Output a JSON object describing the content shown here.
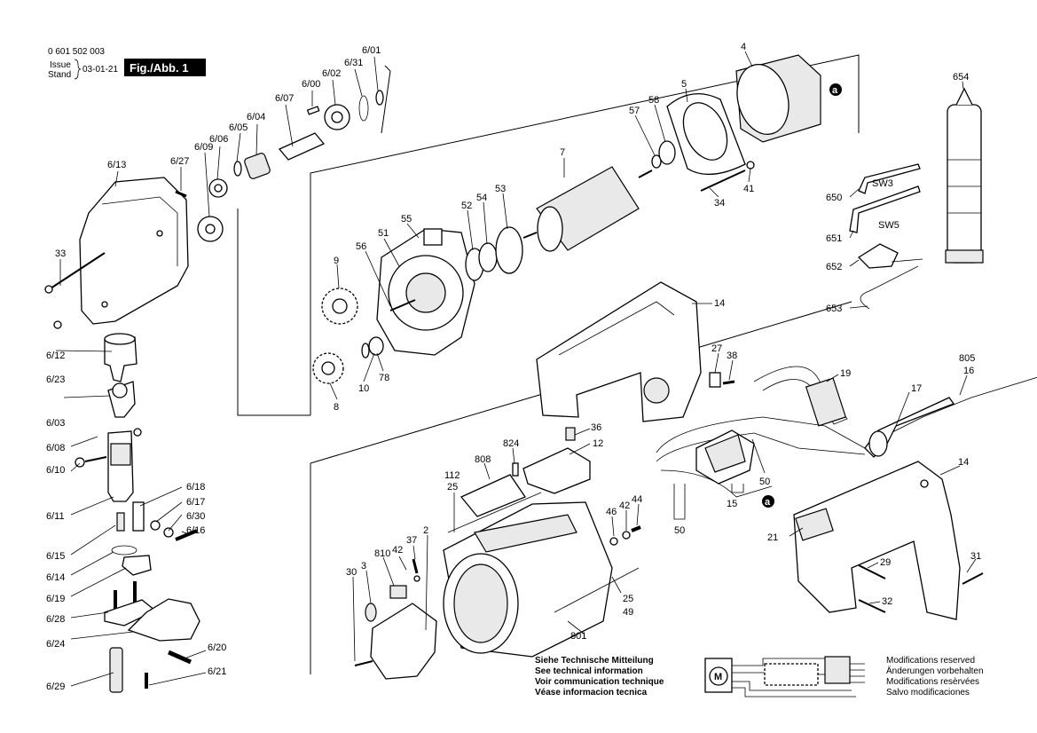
{
  "header": {
    "part_number": "0 601 502 003",
    "issue_label": "Issue",
    "stand_label": "Stand",
    "date": "03-01-21",
    "figure_label": "Fig./Abb. 1"
  },
  "notes": {
    "technical": [
      "Siehe Technische Mitteilung",
      "See technical information",
      "Voir communication technique",
      "Véase informacion tecnica"
    ],
    "modifications": [
      "Modifications reserved",
      "Änderungen vorbehalten",
      "Modifications resèrvées",
      "Salvo modificaciones"
    ]
  },
  "markers": {
    "a": "a",
    "sw3": "SW3",
    "sw5": "SW5"
  },
  "labels": {
    "l_6_13": "6/13",
    "l_6_27": "6/27",
    "l_6_09": "6/09",
    "l_6_06": "6/06",
    "l_6_05": "6/05",
    "l_6_04": "6/04",
    "l_6_07": "6/07",
    "l_6_00": "6/00",
    "l_6_02": "6/02",
    "l_6_31": "6/31",
    "l_6_01": "6/01",
    "l_33": "33",
    "l_6_12": "6/12",
    "l_6_23": "6/23",
    "l_6_03": "6/03",
    "l_6_08": "6/08",
    "l_6_10": "6/10",
    "l_6_11": "6/11",
    "l_6_18": "6/18",
    "l_6_17": "6/17",
    "l_6_30": "6/30",
    "l_6_16": "6/16",
    "l_6_15": "6/15",
    "l_6_14": "6/14",
    "l_6_19": "6/19",
    "l_6_28": "6/28",
    "l_6_24": "6/24",
    "l_6_20": "6/20",
    "l_6_21": "6/21",
    "l_6_29": "6/29",
    "l_9": "9",
    "l_56": "56",
    "l_51": "51",
    "l_55": "55",
    "l_52": "52",
    "l_54": "54",
    "l_53": "53",
    "l_7": "7",
    "l_57": "57",
    "l_58": "58",
    "l_5": "5",
    "l_4": "4",
    "l_41": "41",
    "l_34": "34",
    "l_10": "10",
    "l_78": "78",
    "l_8": "8",
    "l_654": "654",
    "l_650": "650",
    "l_651": "651",
    "l_652": "652",
    "l_653": "653",
    "l_14a": "14",
    "l_27": "27",
    "l_38": "38",
    "l_19": "19",
    "l_805": "805",
    "l_16": "16",
    "l_17": "17",
    "l_36": "36",
    "l_12": "12",
    "l_824": "824",
    "l_808": "808",
    "l_112": "112",
    "l_25a": "25",
    "l_46": "46",
    "l_42a": "42",
    "l_44": "44",
    "l_50a": "50",
    "l_50b": "50",
    "l_15": "15",
    "l_14b": "14",
    "l_21": "21",
    "l_29": "29",
    "l_31": "31",
    "l_32": "32",
    "l_37": "37",
    "l_42b": "42",
    "l_810": "810",
    "l_3": "3",
    "l_2": "2",
    "l_30": "30",
    "l_25b": "25",
    "l_49": "49",
    "l_801": "801"
  }
}
